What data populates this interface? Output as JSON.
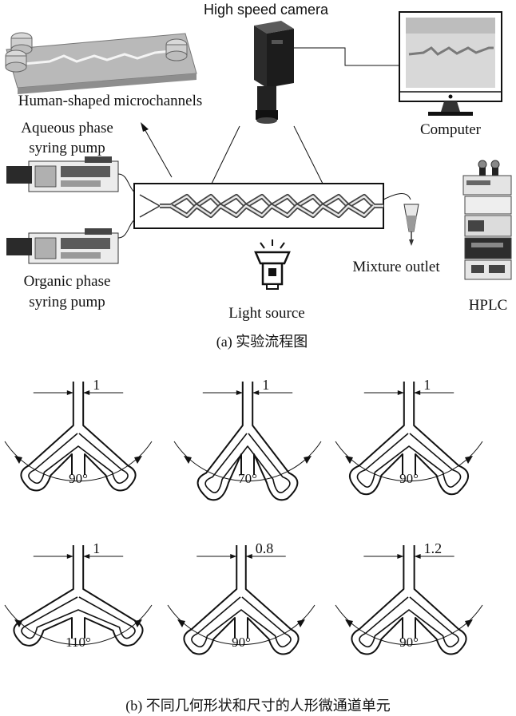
{
  "panel_a": {
    "caption": "(a) 实验流程图",
    "labels": {
      "camera": "High speed camera",
      "chip": "Human-shaped microchannels",
      "computer": "Computer",
      "aqueous_line1": "Aqueous phase",
      "aqueous_line2": "syring pump",
      "organic_line1": "Organic phase",
      "organic_line2": "syring pump",
      "outlet": "Mixture outlet",
      "light": "Light source",
      "hplc": "HPLC"
    }
  },
  "panel_b": {
    "caption": "(b) 不同几何形状和尺寸的人形微通道单元",
    "units": [
      {
        "width_label": "1",
        "angle_label": "90°",
        "angle": 90,
        "width": 1.0,
        "lobe": "rounded"
      },
      {
        "width_label": "1",
        "angle_label": "70°",
        "angle": 70,
        "width": 1.0,
        "lobe": "bulb"
      },
      {
        "width_label": "1",
        "angle_label": "90°",
        "angle": 90,
        "width": 1.0,
        "lobe": "rounded-large"
      },
      {
        "width_label": "1",
        "angle_label": "110°",
        "angle": 110,
        "width": 1.0,
        "lobe": "rounded"
      },
      {
        "width_label": "0.8",
        "angle_label": "90°",
        "angle": 90,
        "width": 0.8,
        "lobe": "rounded"
      },
      {
        "width_label": "1.2",
        "angle_label": "90°",
        "angle": 90,
        "width": 1.2,
        "lobe": "rounded"
      }
    ]
  }
}
